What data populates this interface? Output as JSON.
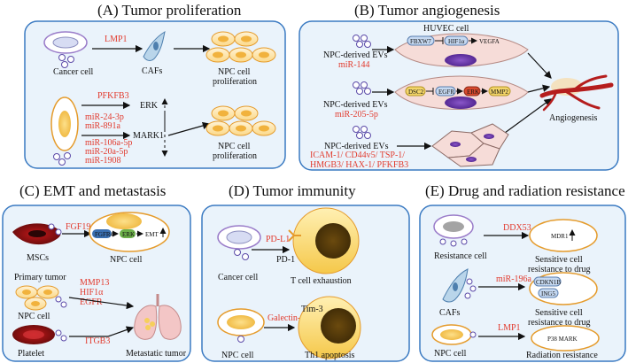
{
  "colors": {
    "panel_border": "#3a7ac2",
    "panel_fill": "#eaf3fb",
    "red": "#e23b2e",
    "cell_orange": "#f2a93b",
    "nucleus_yellow": "#f6cf5b",
    "ev_purple": "#5b4aa8"
  },
  "panels": {
    "A": {
      "title": "(A)  Tumor proliferation",
      "cancer_cell": "Cancer cell",
      "lmp1": "LMP1",
      "cafs": "CAFs",
      "npc_prolif_1": [
        "NPC cell",
        "proliferation"
      ],
      "pfkfb3": "PFKFB3",
      "erk": "ERK",
      "mark1": "MARK1",
      "mirnas": [
        "miR-24-3p",
        "miR-891a",
        "miR-106a-5p",
        "miR-20a-5p",
        "miR-1908"
      ],
      "npc_prolif_2": [
        "NPC cell",
        "proliferation"
      ]
    },
    "B": {
      "title": "(B)  Tumor angiogenesis",
      "huvec": "HUVEC cell",
      "ev1": "NPC-derived EVs",
      "mir144": "miR-144",
      "fbxw7": "FBXW7",
      "hif1a": "HIF1α",
      "vegfa": "VEGFA",
      "ev2": "NPC-derived EVs",
      "mir205": "miR-205-5p",
      "dsc2": "DSC2",
      "egfr": "EGFR",
      "erk": "ERK",
      "mmp2": "MMP2",
      "angiogenesis": "Angiogenesis",
      "ev3": "NPC-derived EVs",
      "proteins": [
        "ICAM-1/ CD44v5/ TSP-1/",
        "HMGB3/ HAX-1/ PFKFB3"
      ]
    },
    "C": {
      "title": "(C)  EMT and metastasis",
      "fgf19": "FGF19",
      "fgfr4": "FGFR4",
      "erk": "ERK",
      "emt": "EMT",
      "mscs": "MSCs",
      "npc_cell": "NPC cell",
      "primary_tumor": "Primary tumor",
      "mmp13": "MMP13",
      "hif1a": "HIF1α",
      "egfr": "EGFR",
      "npc_cell_2": "NPC cell",
      "platelet": "Platelet",
      "itgb3": "ITGB3",
      "metastatic": "Metastatic tumor"
    },
    "D": {
      "title": "(D)  Tumor immunity",
      "pdl1": "PD-L1",
      "pd1": "PD-1",
      "cancer_cell": "Cancer cell",
      "t_exhaustion": "T cell exhaustion",
      "galectin9": "Galectin-9",
      "tim3": "Tim-3",
      "npc_cell": "NPC cell",
      "th1": "Th1 apoptosis"
    },
    "E": {
      "title": "(E)  Drug and radiation resistance",
      "ddx53": "DDX53",
      "mdr1": "MDR1",
      "resistance_cell": "Resistance cell",
      "sens1": [
        "Sensitive cell",
        "resistance to drug"
      ],
      "mir196a": "miR-196a",
      "cdkn1b": "CDKN1B",
      "ing5": "ING5",
      "cafs": "CAFs",
      "sens2": [
        "Sensitive cell",
        "resistance to drug"
      ],
      "lmp1": "LMP1",
      "p38": "P38 MARK",
      "npc_cell": "NPC cell",
      "radiation": "Radiation resistance"
    }
  }
}
